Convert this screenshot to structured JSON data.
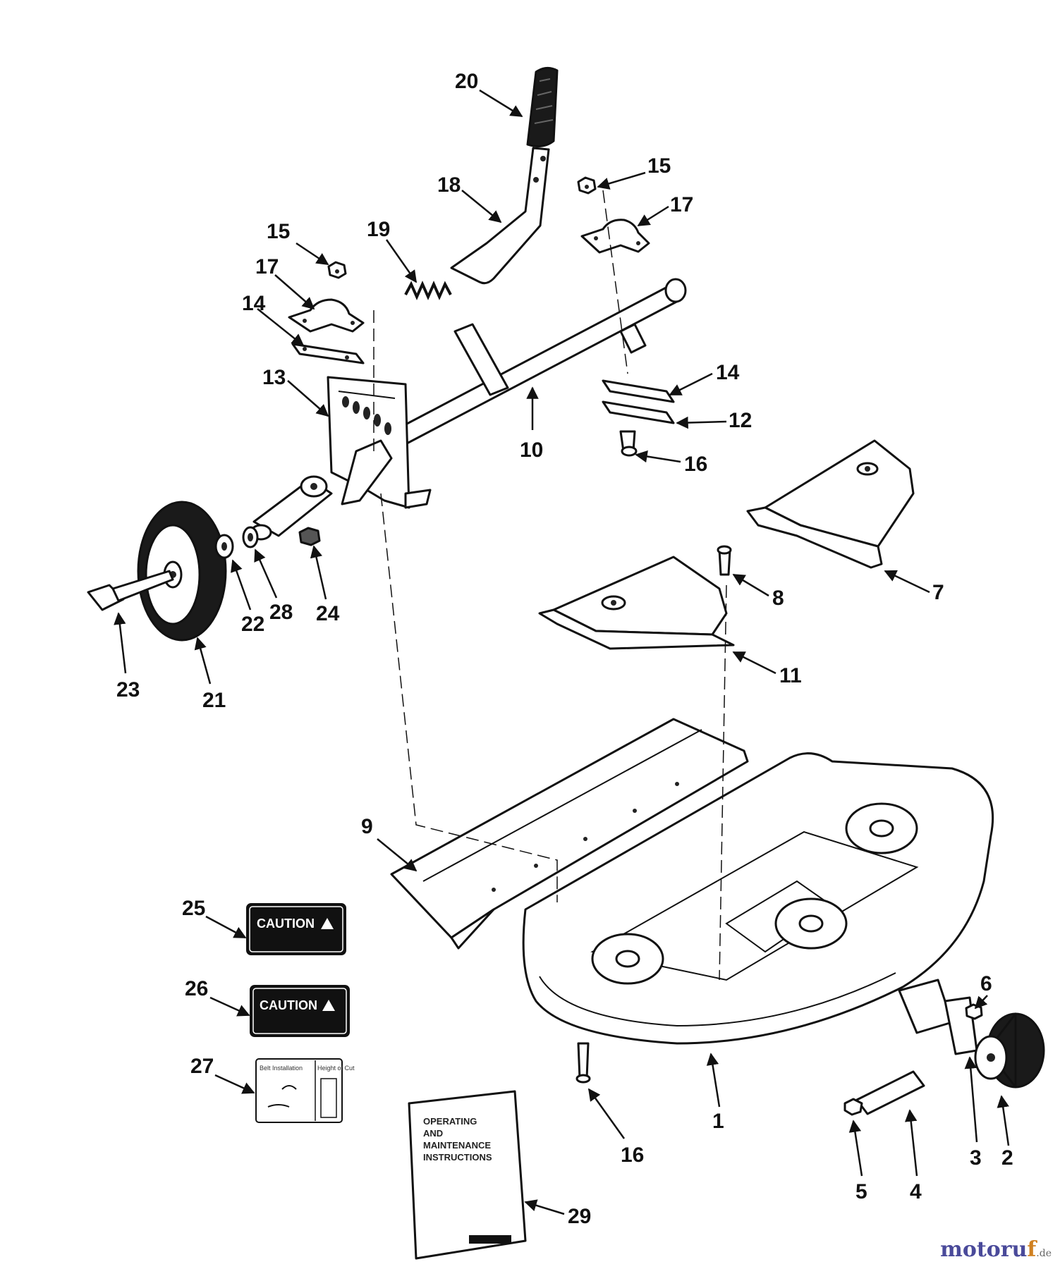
{
  "diagram": {
    "callouts": [
      {
        "label": "20"
      },
      {
        "label": "18"
      },
      {
        "label": "15"
      },
      {
        "label": "17"
      },
      {
        "label": "15"
      },
      {
        "label": "19"
      },
      {
        "label": "17"
      },
      {
        "label": "14"
      },
      {
        "label": "13"
      },
      {
        "label": "10"
      },
      {
        "label": "14"
      },
      {
        "label": "12"
      },
      {
        "label": "16"
      },
      {
        "label": "7"
      },
      {
        "label": "8"
      },
      {
        "label": "11"
      },
      {
        "label": "22"
      },
      {
        "label": "28"
      },
      {
        "label": "24"
      },
      {
        "label": "23"
      },
      {
        "label": "21"
      },
      {
        "label": "9"
      },
      {
        "label": "25"
      },
      {
        "label": "26"
      },
      {
        "label": "27"
      },
      {
        "label": "6"
      },
      {
        "label": "1"
      },
      {
        "label": "16"
      },
      {
        "label": "5"
      },
      {
        "label": "4"
      },
      {
        "label": "3"
      },
      {
        "label": "2"
      },
      {
        "label": "29"
      }
    ],
    "decal_caution_1": "CAUTION",
    "decal_caution_2": "CAUTION",
    "decal_info": {
      "belt": "Belt Installation",
      "height": "Height of Cut"
    },
    "manual": {
      "line1": "OPERATING",
      "line2": "AND",
      "line3": "MAINTENANCE",
      "line4": "INSTRUCTIONS"
    }
  },
  "watermark": {
    "main": "motoru",
    "accent": "f",
    "tld": ".de"
  }
}
